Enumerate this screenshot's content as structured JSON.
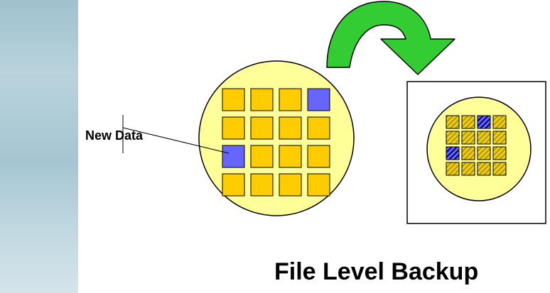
{
  "labels": {
    "new_data": "New Data",
    "title": "File Level Backup"
  },
  "source_disk": {
    "rows": 4,
    "cols": 4,
    "changed_blocks": [
      [
        0,
        3
      ],
      [
        2,
        0
      ]
    ]
  },
  "backup_disk": {
    "rows": 4,
    "cols": 4,
    "changed_blocks": [
      [
        0,
        2
      ],
      [
        2,
        0
      ]
    ]
  },
  "colors": {
    "disk_fill": "#ffff99",
    "block": "#ffcc00",
    "changed_block": "#6666ff",
    "arrow": "#33cc33",
    "backup_pattern": "#999933",
    "side_panel": "#b0cbd6"
  }
}
